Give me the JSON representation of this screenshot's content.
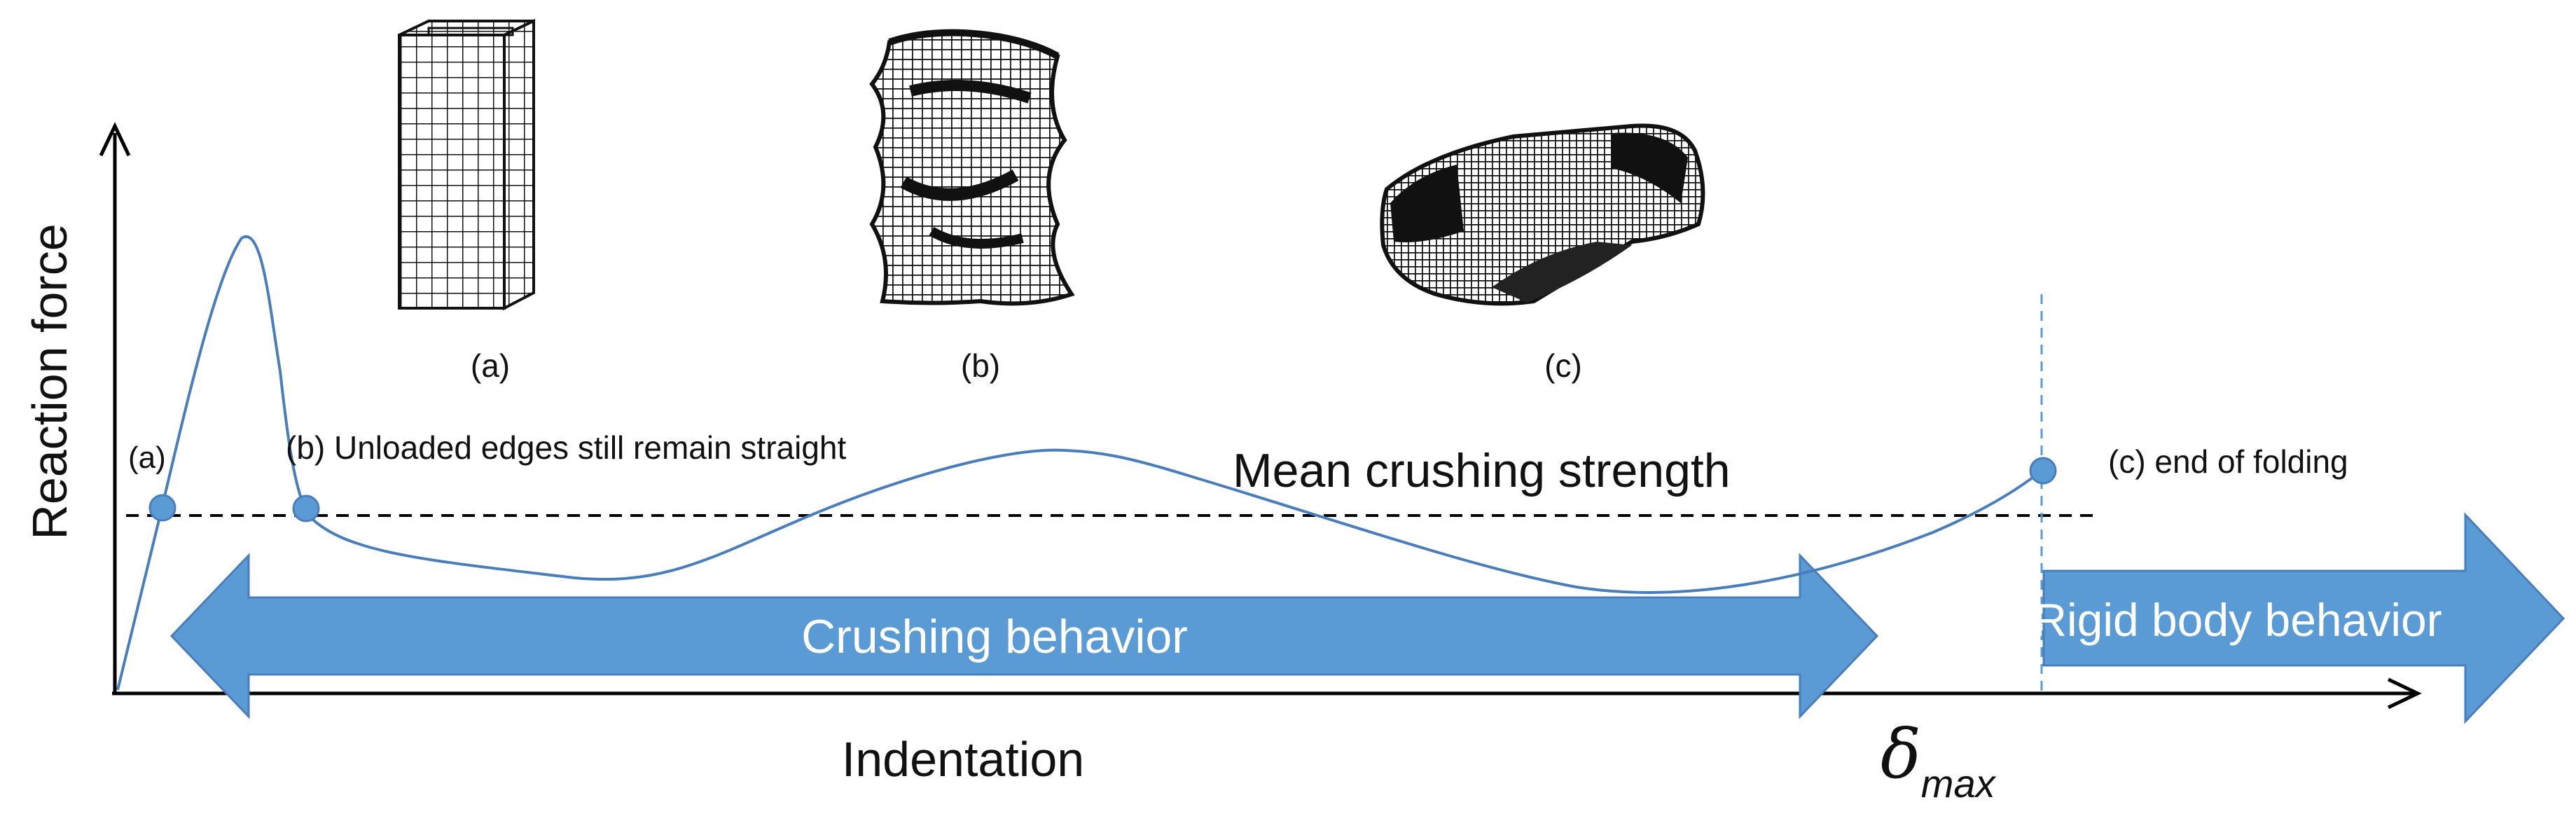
{
  "axes": {
    "y_label": "Reaction force",
    "x_label": "Indentation",
    "delta_symbol": "δ",
    "delta_subscript": "max"
  },
  "figures": {
    "a_caption": "(a)",
    "b_caption": "(b)",
    "c_caption": "(c)"
  },
  "points": {
    "a_label": "(a)",
    "b_label": "(b) Unloaded edges still remain straight",
    "c_label": "(c) end of folding"
  },
  "mean_line_label": "Mean crushing strength",
  "arrows": {
    "crushing_label": "Crushing behavior",
    "rigid_label": "Rigid body behavior"
  },
  "colors": {
    "curve": "#4a7ebb",
    "arrow_fill": "#5b9bd5",
    "point_fill": "#5b9bd5",
    "mean_line": "#000000",
    "axis": "#000000"
  }
}
